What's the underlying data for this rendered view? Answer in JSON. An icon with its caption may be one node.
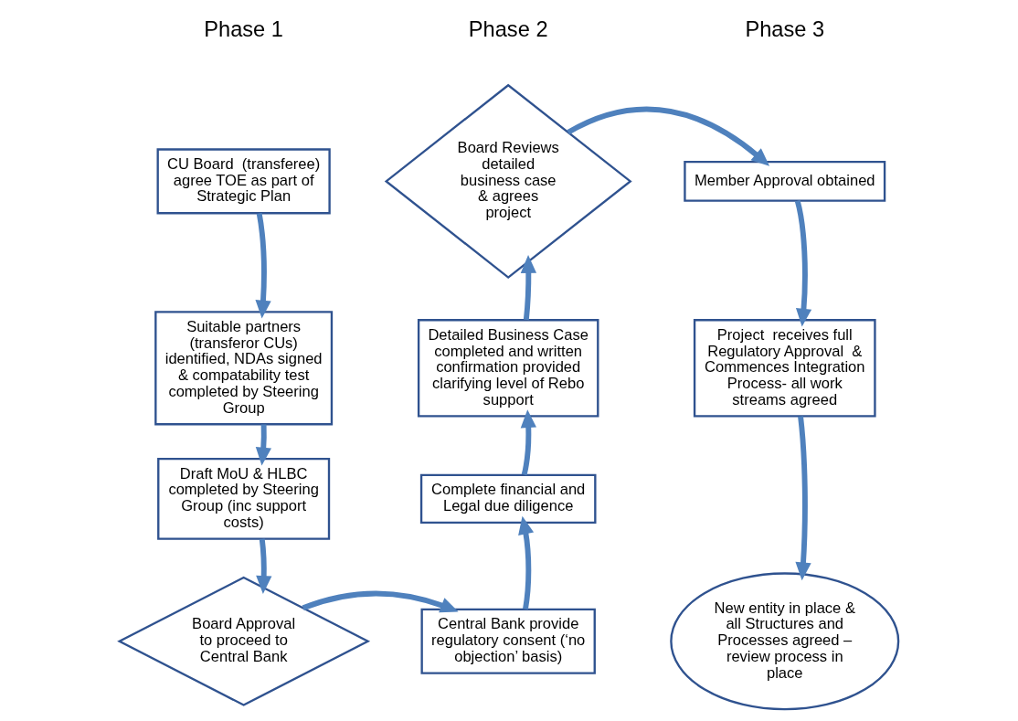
{
  "diagram": {
    "nodes": [
      {
        "text": [
          "CU Board  (transferee) agree TOE as part of Strategic Plan"
        ]
      },
      {
        "text": [
          "Suitable partners (transferor CUs) identified, NDAs signed & compatability test completed by Steering Group"
        ]
      },
      {
        "text": [
          "Draft MoU & HLBC completed by Steering Group (inc support costs)"
        ]
      },
      {
        "text": [
          "Board Approval to proceed to Central Bank"
        ]
      },
      {
        "text": [
          "Central Bank provide regulatory consent (‘no objection’ basis)"
        ]
      },
      {
        "text": [
          "Complete financial and Legal due diligence"
        ]
      },
      {
        "text": [
          "Detailed Business Case completed and written confirmation provided clarifying level of Rebo support"
        ]
      },
      {
        "text": [
          "Board Reviews detailed business case & agrees project"
        ]
      },
      {
        "text": [
          "Member Approval obtained"
        ]
      },
      {
        "text": [
          "Project  receives full Regulatory Approval  & Commences Integration Process- all work streams agreed"
        ]
      },
      {
        "text": [
          "New entity in place & all Structures and Processes agreed – review process in place"
        ]
      }
    ],
    "edges": [
      {
        "from": 0,
        "to": 1,
        "arrow": "to"
      },
      {
        "from": 1,
        "to": 2,
        "arrow": "to"
      },
      {
        "from": 2,
        "to": 3,
        "arrow": "to"
      },
      {
        "from": 3,
        "to": 4,
        "arrow": "to"
      },
      {
        "from": 4,
        "to": 5,
        "arrow": "to"
      },
      {
        "from": 5,
        "to": 6,
        "arrow": "to"
      },
      {
        "from": 6,
        "to": 7,
        "arrow": "to"
      },
      {
        "from": 7,
        "to": 8,
        "arrow": "to"
      },
      {
        "from": 8,
        "to": 9,
        "arrow": "to"
      },
      {
        "from": 9,
        "to": 10,
        "arrow": "to"
      }
    ],
    "labels": [
      "Phase 1",
      "Phase 2",
      "Phase 3"
    ]
  }
}
